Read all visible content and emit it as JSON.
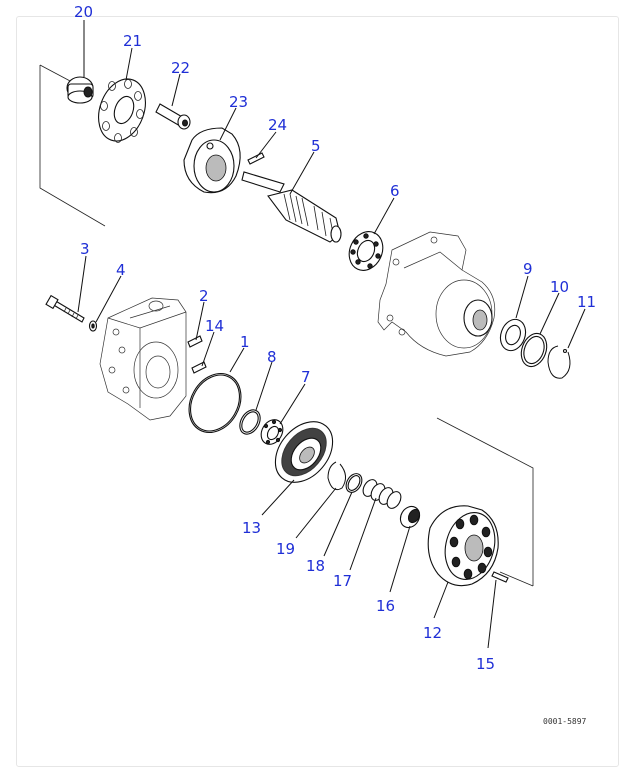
{
  "diagram": {
    "drawing_code": "0001-5897",
    "callouts": [
      {
        "id": "c20",
        "text": "20"
      },
      {
        "id": "c21",
        "text": "21"
      },
      {
        "id": "c22",
        "text": "22"
      },
      {
        "id": "c23",
        "text": "23"
      },
      {
        "id": "c24",
        "text": "24"
      },
      {
        "id": "c5",
        "text": "5"
      },
      {
        "id": "c6",
        "text": "6"
      },
      {
        "id": "c3",
        "text": "3"
      },
      {
        "id": "c4",
        "text": "4"
      },
      {
        "id": "c2",
        "text": "2"
      },
      {
        "id": "c14",
        "text": "14"
      },
      {
        "id": "c1",
        "text": "1"
      },
      {
        "id": "c8",
        "text": "8"
      },
      {
        "id": "c7",
        "text": "7"
      },
      {
        "id": "c9",
        "text": "9"
      },
      {
        "id": "c10",
        "text": "10"
      },
      {
        "id": "c11",
        "text": "11"
      },
      {
        "id": "c13",
        "text": "13"
      },
      {
        "id": "c19",
        "text": "19"
      },
      {
        "id": "c18",
        "text": "18"
      },
      {
        "id": "c17",
        "text": "17"
      },
      {
        "id": "c16",
        "text": "16"
      },
      {
        "id": "c12",
        "text": "12"
      },
      {
        "id": "c15",
        "text": "15"
      }
    ]
  }
}
